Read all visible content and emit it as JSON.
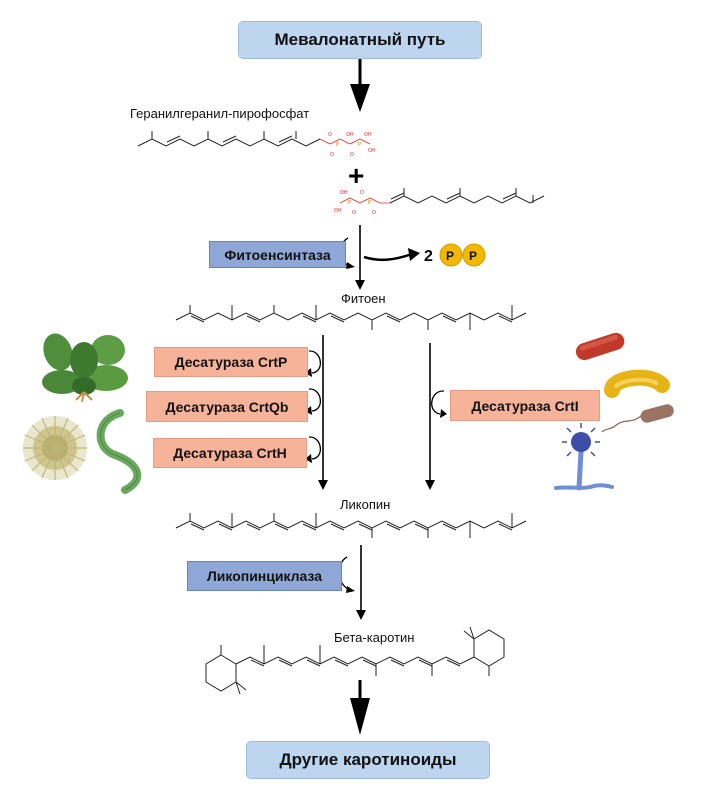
{
  "top_box": "Мевалонатный путь",
  "bottom_box": "Другие каротиноиды",
  "molecules": {
    "ggpp": "Геранилгеранил-пирофосфат",
    "phytoene": "Фитоен",
    "lycopene": "Ликопин",
    "beta_carotene": "Бета-каротин"
  },
  "enzymes": {
    "phytoene_synthase": "Фитоенсинтаза",
    "desat_crtp": "Десатураза CrtP",
    "desat_crtqb": "Десатураза CrtQb",
    "desat_crth": "Десатураза CrtH",
    "desat_crti": "Десатураза CrtI",
    "lycopene_cyclase": "Ликопинциклаза"
  },
  "plus_sign": "+",
  "byproduct": {
    "count": "2",
    "symbol": "P"
  },
  "colors": {
    "pathway_box": "#bdd5ef",
    "enzyme_blue": "#8fa7d6",
    "enzyme_orange": "#f6b39a",
    "phosphate": "#f5b800",
    "oxygen_red": "#e03030",
    "phosphorus_orange": "#e07b00"
  }
}
